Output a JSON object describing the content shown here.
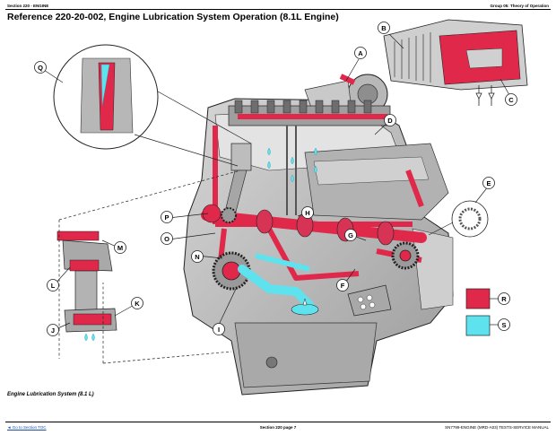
{
  "header": {
    "left": "Section 220 - ENGINE",
    "right": "Group 05: Theory of Operation"
  },
  "title": "Reference 220-20-002, Engine Lubrication System Operation (8.1L Engine)",
  "callouts": {
    "A": "A",
    "B": "B",
    "C": "C",
    "D": "D",
    "E": "E",
    "F": "F",
    "G": "G",
    "H": "H",
    "I": "I",
    "J": "J",
    "K": "K",
    "L": "L",
    "M": "M",
    "N": "N",
    "O": "O",
    "P": "P",
    "Q": "Q"
  },
  "legend": [
    {
      "key": "R",
      "color": "#e0284b"
    },
    {
      "key": "S",
      "color": "#5ee3ee"
    }
  ],
  "caption": "Engine Lubrication System (8.1 L)",
  "footer": {
    "left": "◄ Go to Section TOC",
    "center": "Section 220 page 7",
    "right": "SN7799-ENGINE (MRD-A03) TESTS-SERVICE MANUAL"
  },
  "colors": {
    "oil_pressure": "#e0284b",
    "oil_return": "#5ee3ee",
    "engine_grey": "#bdbdbd"
  }
}
